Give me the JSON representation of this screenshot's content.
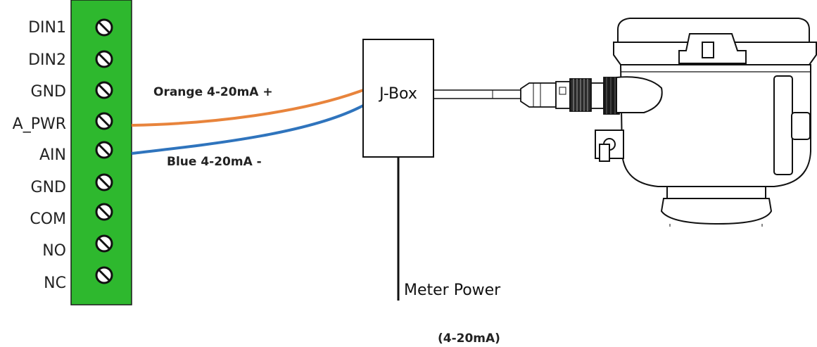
{
  "terminal_block": {
    "color": "#2eb82e",
    "terminals": [
      "DIN1",
      "DIN2",
      "GND",
      "A_PWR",
      "AIN",
      "GND",
      "COM",
      "NO",
      "NC"
    ]
  },
  "wires": {
    "orange": {
      "label": "Orange 4-20mA +",
      "color": "#e8843c"
    },
    "blue": {
      "label": "Blue 4-20mA -",
      "color": "#2f74bd"
    }
  },
  "jbox": {
    "label": "J-Box"
  },
  "meter_power": {
    "label": "Meter Power"
  },
  "caption": "(4-20mA)"
}
